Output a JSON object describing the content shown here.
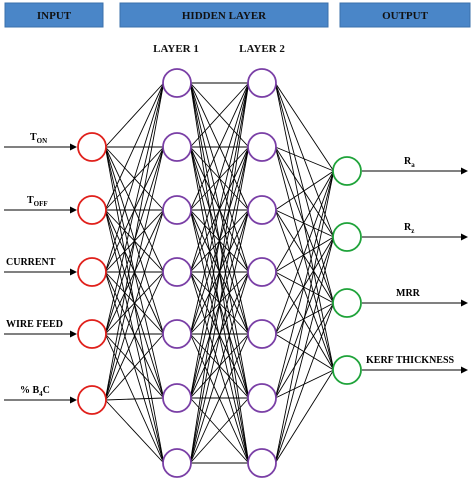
{
  "headers": {
    "input": "INPUT",
    "hidden": "HIDDEN LAYER",
    "output": "OUTPUT"
  },
  "layer_titles": {
    "layer1": "LAYER 1",
    "layer2": "LAYER 2"
  },
  "inputs": [
    {
      "main": "T",
      "sub": "ON"
    },
    {
      "main": "T",
      "sub": "OFF"
    },
    {
      "main": "CURRENT",
      "sub": ""
    },
    {
      "main": "WIRE FEED",
      "sub": ""
    },
    {
      "main": "% B",
      "sub": "4",
      "tail": "C"
    }
  ],
  "outputs": [
    {
      "main": "R",
      "sub": "a"
    },
    {
      "main": "R",
      "sub": "z"
    },
    {
      "main": "MRR",
      "sub": ""
    },
    {
      "main": "KERF THICKNESS",
      "sub": ""
    }
  ],
  "hidden_neuron_counts": [
    7,
    7
  ],
  "colors": {
    "header_fill": "#4a86c8",
    "input_node": "#e0201b",
    "hidden_node": "#7a3fa6",
    "output_node": "#1fa33a",
    "edge": "#000000"
  }
}
